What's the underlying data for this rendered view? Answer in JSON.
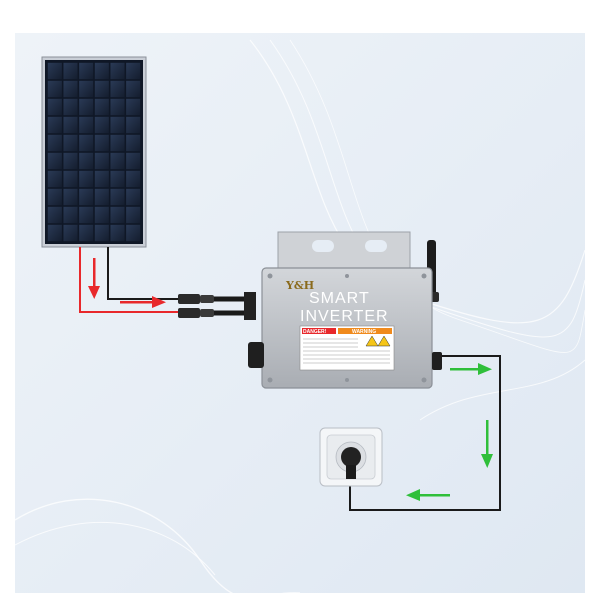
{
  "inverter": {
    "brand": "Y&H",
    "title_line1": "SMART",
    "title_line2": "INVERTER",
    "danger_label": "DANGER!",
    "warning_label": "WARNING"
  },
  "colors": {
    "dc_positive": "#e8282b",
    "dc_negative": "#1a1a1a",
    "ac_flow": "#2fbf3a",
    "ac_line": "#1a1a1a",
    "inverter_body": "#bfc3c8",
    "panel_cell": "#1d2a3f"
  },
  "icons": [
    "solar-panel-icon",
    "inverter-icon",
    "antenna-icon",
    "wall-socket-icon",
    "arrow-icon"
  ]
}
